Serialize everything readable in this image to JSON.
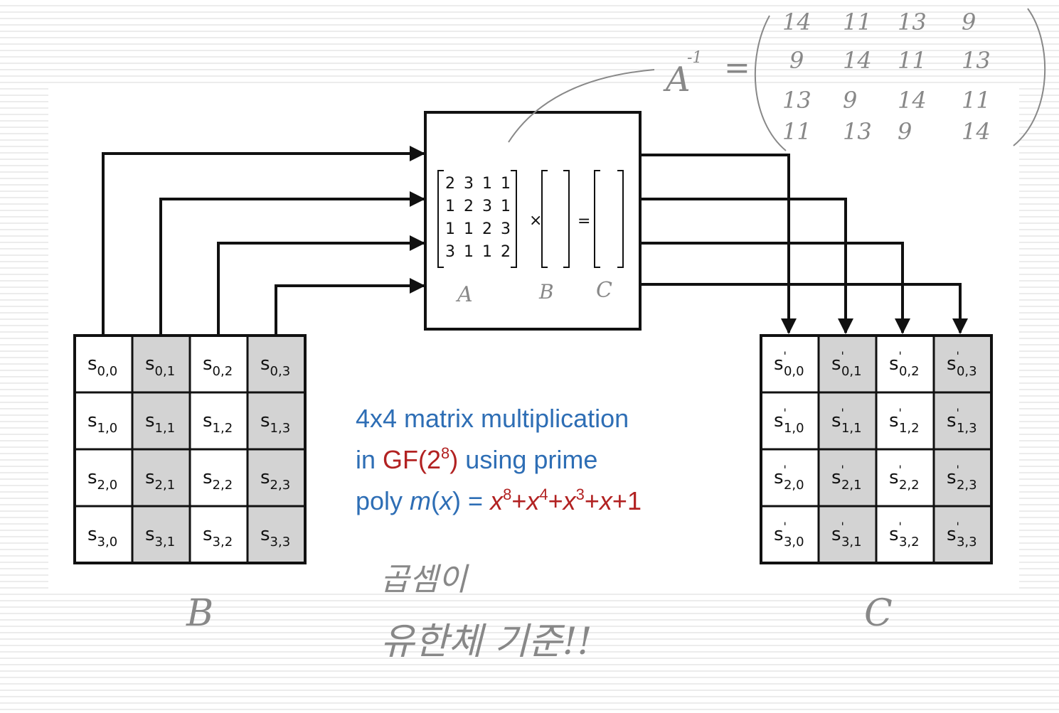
{
  "input_state": {
    "label": "B",
    "cells": [
      [
        {
          "base": "s",
          "sub": "0,0"
        },
        {
          "base": "s",
          "sub": "0,1"
        },
        {
          "base": "s",
          "sub": "0,2"
        },
        {
          "base": "s",
          "sub": "0,3"
        }
      ],
      [
        {
          "base": "s",
          "sub": "1,0"
        },
        {
          "base": "s",
          "sub": "1,1"
        },
        {
          "base": "s",
          "sub": "1,2"
        },
        {
          "base": "s",
          "sub": "1,3"
        }
      ],
      [
        {
          "base": "s",
          "sub": "2,0"
        },
        {
          "base": "s",
          "sub": "2,1"
        },
        {
          "base": "s",
          "sub": "2,2"
        },
        {
          "base": "s",
          "sub": "2,3"
        }
      ],
      [
        {
          "base": "s",
          "sub": "3,0"
        },
        {
          "base": "s",
          "sub": "3,1"
        },
        {
          "base": "s",
          "sub": "3,2"
        },
        {
          "base": "s",
          "sub": "3,3"
        }
      ]
    ]
  },
  "output_state": {
    "label": "C",
    "prime": "'",
    "cells": [
      [
        {
          "base": "s",
          "sub": "0,0"
        },
        {
          "base": "s",
          "sub": "0,1"
        },
        {
          "base": "s",
          "sub": "0,2"
        },
        {
          "base": "s",
          "sub": "0,3"
        }
      ],
      [
        {
          "base": "s",
          "sub": "1,0"
        },
        {
          "base": "s",
          "sub": "1,1"
        },
        {
          "base": "s",
          "sub": "1,2"
        },
        {
          "base": "s",
          "sub": "1,3"
        }
      ],
      [
        {
          "base": "s",
          "sub": "2,0"
        },
        {
          "base": "s",
          "sub": "2,1"
        },
        {
          "base": "s",
          "sub": "2,2"
        },
        {
          "base": "s",
          "sub": "2,3"
        }
      ],
      [
        {
          "base": "s",
          "sub": "3,0"
        },
        {
          "base": "s",
          "sub": "3,1"
        },
        {
          "base": "s",
          "sub": "3,2"
        },
        {
          "base": "s",
          "sub": "3,3"
        }
      ]
    ]
  },
  "matrix_box": {
    "matrix_A": [
      [
        "2",
        "3",
        "1",
        "1"
      ],
      [
        "1",
        "2",
        "3",
        "1"
      ],
      [
        "1",
        "1",
        "2",
        "3"
      ],
      [
        "3",
        "1",
        "1",
        "2"
      ]
    ],
    "times": "×",
    "equals": "=",
    "labels": {
      "A": "A",
      "B": "B",
      "C": "C"
    }
  },
  "inverse_annotation": {
    "lhs": "A",
    "exponent": "-1",
    "equals": "=",
    "matrix": [
      [
        "14",
        "11",
        "13",
        "9"
      ],
      [
        "9",
        "14",
        "11",
        "13"
      ],
      [
        "13",
        "9",
        "14",
        "11"
      ],
      [
        "11",
        "13",
        "9",
        "14"
      ]
    ]
  },
  "caption": {
    "line1": "4x4 matrix multiplication",
    "line2_prefix": "in ",
    "gf_open": "GF(2",
    "gf_exp": "8",
    "gf_close": ")",
    "line2_suffix": " using prime",
    "line3_prefix": "poly ",
    "m": "m",
    "paren_open": "(",
    "x": "x",
    "paren_close": ")",
    "eq": " = ",
    "poly": [
      {
        "var": "x",
        "exp": "8"
      },
      {
        "op": "+"
      },
      {
        "var": "x",
        "exp": "4"
      },
      {
        "op": "+"
      },
      {
        "var": "x",
        "exp": "3"
      },
      {
        "op": "+"
      },
      {
        "var": "x",
        "exp": ""
      },
      {
        "op": "+1"
      }
    ]
  },
  "handwriting": {
    "note_line1": "곱셈이",
    "note_line2": "유한체 기준!!"
  },
  "colors": {
    "blue_text": "#2e6eb5",
    "red_text": "#b22222",
    "shaded_cell": "#d3d3d3",
    "ink": "#111111",
    "pencil": "#888888"
  }
}
